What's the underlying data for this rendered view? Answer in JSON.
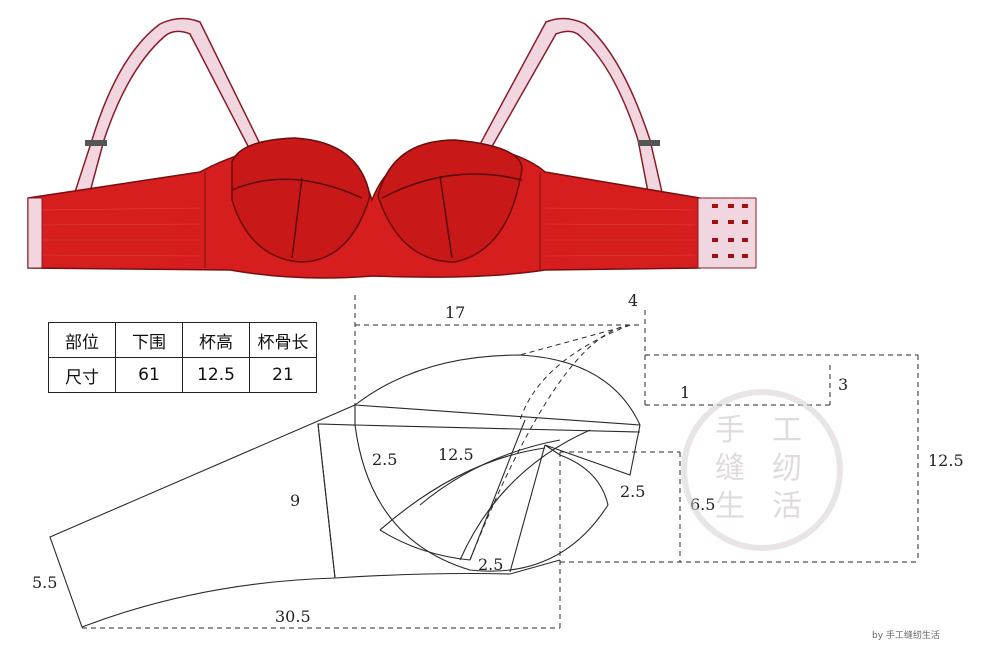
{
  "colors": {
    "fabric": "#d61e1e",
    "fabric_dark": "#a01212",
    "strap": "#f2d6df",
    "line": "#2a2a2a",
    "watermark": "#d9d0d0"
  },
  "spec_table": {
    "header": [
      "部位",
      "下围",
      "杯高",
      "杯骨长"
    ],
    "row": [
      "尺寸",
      "61",
      "12.5",
      "21"
    ]
  },
  "dimensions": {
    "top_width": "17",
    "top_right": "4",
    "right_small": "3",
    "right_height": "12.5",
    "inner_1": "1",
    "left_inner": "2.5",
    "cup_height": "12.5",
    "right_inner": "2.5",
    "side_height": "6.5",
    "bottom_inner": "2.5",
    "wing_height": "9",
    "wing_end": "5.5",
    "bottom_length": "30.5"
  },
  "watermark": {
    "chars": [
      "手",
      "工",
      "缝",
      "纫",
      "生",
      "活"
    ]
  },
  "credit": "by 手工缝纫生活"
}
